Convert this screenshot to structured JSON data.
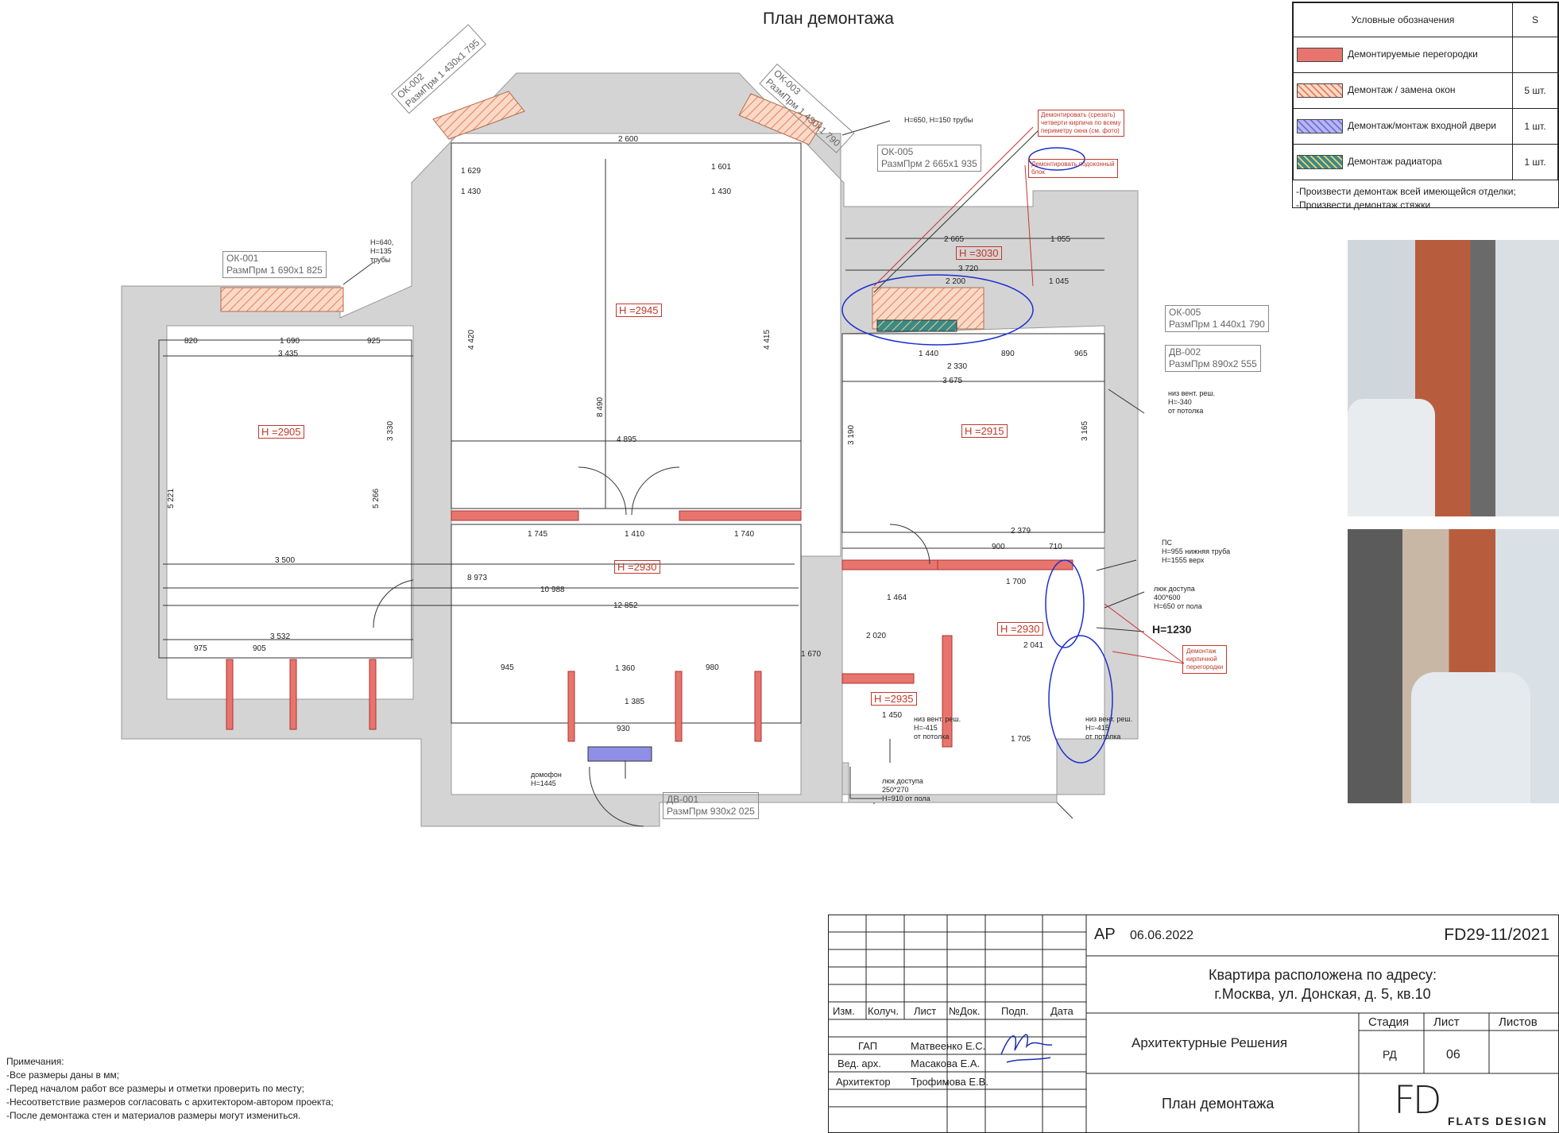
{
  "title": "План демонтажа",
  "legend": {
    "header": "Условные обозначения",
    "col_s": "S",
    "items": [
      {
        "label": "Демонтируемые  перегородки",
        "qty": "",
        "color": "#e8756d"
      },
      {
        "label": "Демонтаж / замена окон",
        "qty": "5 шт.",
        "color": "#f5b89a"
      },
      {
        "label": "Демонтаж/монтаж входной двери",
        "qty": "1 шт.",
        "color": "#8f8fe8"
      },
      {
        "label": "Демонтаж радиатора",
        "qty": "1 шт.",
        "color": "#3a8a8a"
      }
    ],
    "notes": [
      "-Произвести демонтаж всей имеющейся отделки;",
      "-Произвести демонтаж стяжки"
    ]
  },
  "heights": [
    "H =2905",
    "H =2945",
    "H =3030",
    "H =2915",
    "H =2930",
    "H =2930",
    "H =2935",
    "H=1230"
  ],
  "openings": [
    {
      "id": "ОК-001",
      "size": "РазмПрм  1 690х1 825"
    },
    {
      "id": "ОК-002",
      "size": "РазмПрм  1 430х1 795"
    },
    {
      "id": "ОК-003",
      "size": "РазмПрм  1 430х1 790"
    },
    {
      "id": "ОК-005",
      "size": "РазмПрм  2 665х1 935"
    },
    {
      "id": "ОК-005",
      "size": "РазмПрм  1 440х1 790"
    },
    {
      "id": "ДВ-002",
      "size": "РазмПрм  890х2 555"
    },
    {
      "id": "ДВ-001",
      "size": "РазмПрм  930х2 025"
    }
  ],
  "annotations": {
    "pipe1": [
      "H=650, H=150 трубы"
    ],
    "pipe2": [
      "H=640,",
      "H=135",
      "трубы"
    ],
    "cut_bricks": [
      "Демонтировать (срезать)",
      "четверти кирпича по всему",
      "периметру окна (см. фото)"
    ],
    "sill": [
      "Демонтировать подоконный",
      "блок"
    ],
    "vent1": [
      "низ вент. реш.",
      "H=-340",
      "от потолка"
    ],
    "ps": [
      "ПС",
      "H=955 нижняя труба",
      "H=1555 верх"
    ],
    "hatch1": [
      "люк доступа",
      "400*600",
      "H=650 от пола"
    ],
    "brick_wall": [
      "Демонтаж",
      "кирпичной",
      "перегородки"
    ],
    "vent2": [
      "низ вент. реш.",
      "H=-415",
      "от потолка"
    ],
    "vent3": [
      "низ вент. реш.",
      "H=-415",
      "от потолка"
    ],
    "hatch2": [
      "люк доступа",
      "250*270",
      "H=910 от пола"
    ],
    "intercom": [
      "домофон",
      "H=1445"
    ]
  },
  "dims": [
    "2 600",
    "1 629",
    "1 430",
    "1 601",
    "1 430",
    "4 420",
    "4 415",
    "8 490",
    "4 895",
    "820",
    "1 690",
    "925",
    "3 435",
    "3 330",
    "5 221",
    "5 266",
    "3 500",
    "8 973",
    "10 988",
    "12 852",
    "3 532",
    "1 745",
    "1 410",
    "1 740",
    "2 665",
    "1 055",
    "3 720",
    "2 200",
    "1 045",
    "1 440",
    "890",
    "965",
    "2 330",
    "3 675",
    "3 190",
    "3 165",
    "2 379",
    "900",
    "710",
    "1 700",
    "1 464",
    "2 020",
    "2 041",
    "1 670",
    "1 705",
    "1 450",
    "1 360",
    "1 385",
    "930",
    "975",
    "905",
    "945",
    "980"
  ],
  "notes": {
    "heading": "Примечания:",
    "lines": [
      "-Все размеры даны в мм;",
      "-Перед началом работ все размеры и отметки проверить по месту;",
      "-Несоответствие размеров согласовать с архитектором-автором проекта;",
      "-После демонтажа стен и материалов размеры могут измениться."
    ]
  },
  "title_block": {
    "stage_code": "АР",
    "date": "06.06.2022",
    "project": "FD29-11/2021",
    "address1": "Квартира расположена по адресу:",
    "address2": "г.Москва, ул. Донская, д. 5, кв.10",
    "cols": [
      "Изм.",
      "Колуч.",
      "Лист",
      "№Док.",
      "Подп.",
      "Дата"
    ],
    "roles": [
      {
        "role": "ГАП",
        "name": "Матвеенко Е.С."
      },
      {
        "role": "Вед. арх.",
        "name": "Масакова Е.А."
      },
      {
        "role": "Архитектор",
        "name": "Трофимова Е.В."
      }
    ],
    "section": "Архитектурные Решения",
    "sheet_title": "План демонтажа",
    "stage_label": "Стадия",
    "sheet_label": "Лист",
    "sheets_label": "Листов",
    "stage": "РД",
    "sheet": "06",
    "logo": "FD",
    "company": "FLATS DESIGN"
  }
}
